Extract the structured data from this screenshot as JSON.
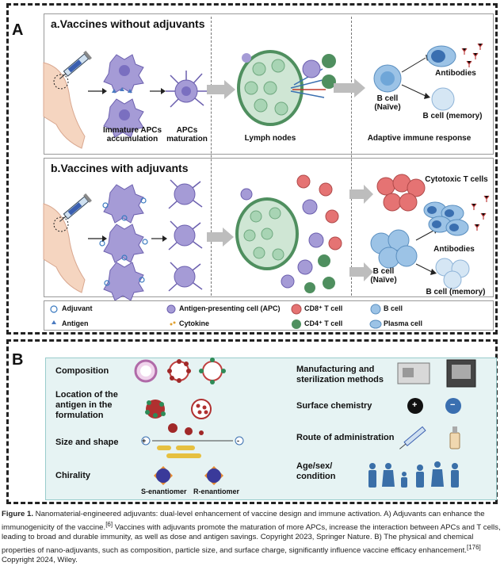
{
  "panel_a": {
    "letter": "A",
    "row_a_title": "a.Vaccines without adjuvants",
    "row_b_title": "b.Vaccines with adjuvants",
    "labels": {
      "immature": "Immature APCs accumulation",
      "maturation": "APCs maturation",
      "lymph": "Lymph nodes",
      "adaptive": "Adaptive immune response",
      "bcell_naive_a": "B cell (Naïve)",
      "antibodies_a": "Antibodies",
      "bcell_memory_a": "B cell (memory)",
      "cytotoxic": "Cytotoxic T cells",
      "antibodies_b": "Antibodies",
      "bcell_naive_b": "B cell (Naïve)",
      "bcell_memory_b": "B cell (memory)"
    },
    "legend": {
      "adjuvant": "Adjuvant",
      "antigen": "Antigen",
      "apc": "Antigen-presenting cell (APC)",
      "cytokine": "Cytokine",
      "cd8": "CD8⁺ T cell",
      "cd4": "CD4⁺ T cell",
      "bcell": "B cell",
      "plasma": "Plasma cell"
    }
  },
  "panel_b": {
    "letter": "B",
    "left_props": {
      "composition": "Composition",
      "location": "Location of the antigen in the formulation",
      "size_shape": "Size and shape",
      "chirality": "Chirality",
      "s_enantiomer": "S-enantiomer",
      "r_enantiomer": "R-enantiomer",
      "plus": "+",
      "minus": "-"
    },
    "right_props": {
      "manufacturing": "Manufacturing and sterilization methods",
      "surface": "Surface chemistry",
      "route": "Route of administration",
      "age": "Age/sex/ condition",
      "surface_plus": "+",
      "surface_minus": "−"
    }
  },
  "caption": {
    "label": "Figure 1.",
    "part1": " Nanomaterial-engineered adjuvants: dual-level enhancement of vaccine design and immune activation. A) Adjuvants can enhance the immunogenicity of the vaccine.",
    "ref1": "[6]",
    "part2": " Vaccines with adjuvants promote the maturation of more APCs, increase the interaction between APCs and T cells, leading to broad and durable immunity, as well as dose and antigen savings. Copyright 2023, Springer Nature. B) The physical and chemical properties of nano-adjuvants, such as composition, particle size, and surface charge, significantly influence vaccine efficacy enhancement.",
    "ref2": "[176]",
    "part3": " Copyright 2024, Wiley."
  },
  "colors": {
    "apc": "#a59bd6",
    "lymph": "#7fbf9a",
    "bcell": "#9cc3e6",
    "cd8": "#e57373",
    "cd4": "#4f8f5f",
    "panel_b_bg": "#e6f3f3"
  }
}
